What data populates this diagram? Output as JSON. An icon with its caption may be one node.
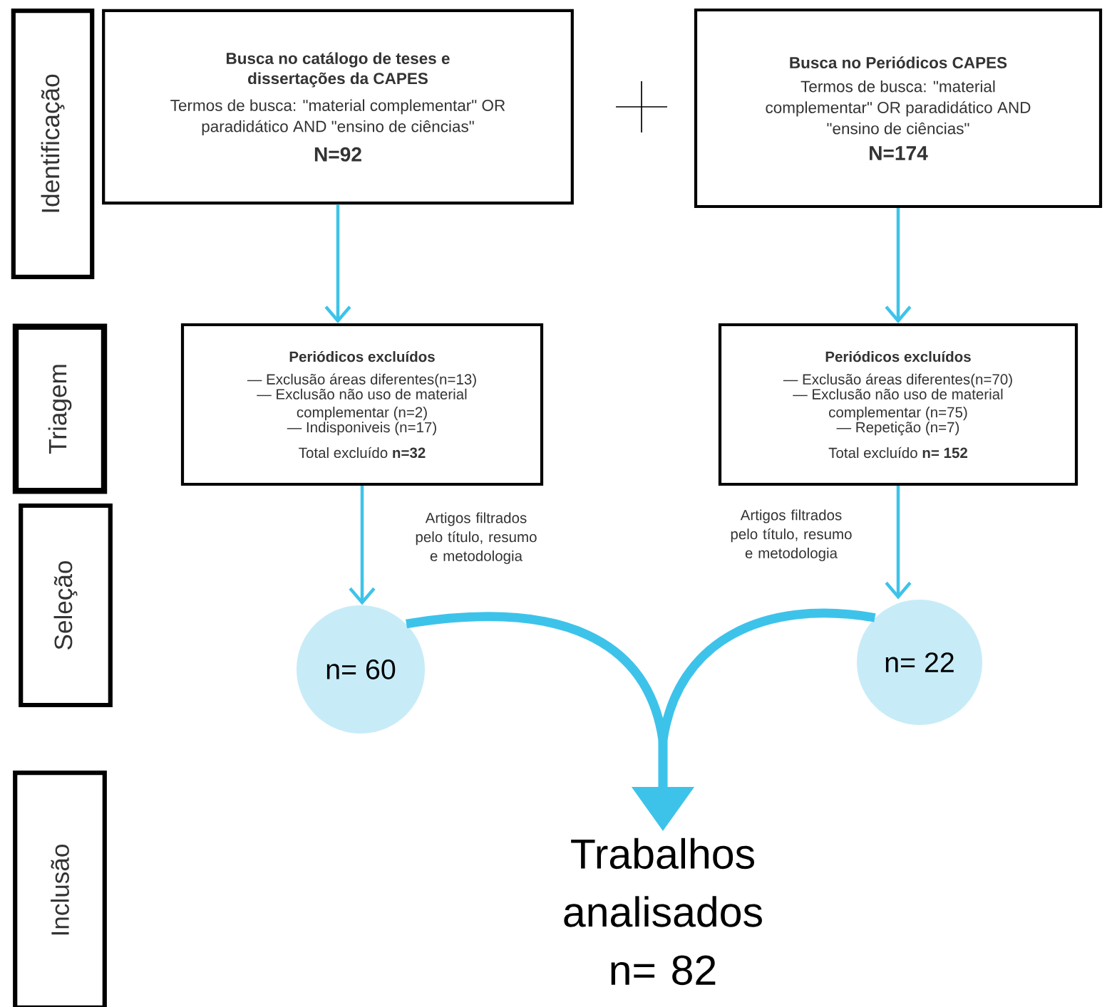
{
  "diagram": {
    "nodes": [
      {
        "text": [
          "Identificação"
        ]
      },
      {
        "text": [
          "Triagem"
        ]
      },
      {
        "text": [
          "Seleção"
        ]
      },
      {
        "text": [
          "Inclusão"
        ]
      },
      {
        "text": [
          "Busca no catálogo de teses e dissertações da CAPES",
          "Termos de busca: \"material complementar\" OR paradidático AND \"ensino de ciências\"",
          "N=92"
        ]
      },
      {
        "text": [
          "Busca no Periódicos CAPES",
          "Termos de busca: \"material complementar\" OR paradidático AND \"ensino de ciências\"",
          "N=174"
        ]
      },
      {
        "text": [
          "Periódicos excluídos",
          "— Exclusão áreas diferentes(n=13)",
          "— Exclusão não uso de material complementar (n=2)",
          "— Indisponiveis (n=17)",
          "Total excluído **n=32**"
        ]
      },
      {
        "text": [
          "Periódicos excluídos",
          "— Exclusão áreas diferentes(n=70)",
          "— Exclusão não uso de material complementar (n=75)",
          "— Repetição (n=7)",
          "Total excluído **n= 152**"
        ]
      },
      {
        "text": [
          "n= 60"
        ]
      },
      {
        "text": [
          "n= 22"
        ]
      },
      {
        "text": [
          "Trabalhos analisados n= 82"
        ]
      }
    ],
    "edges": [
      {
        "from": 4,
        "to": 6,
        "arrow": "to"
      },
      {
        "from": 5,
        "to": 7,
        "arrow": "to"
      },
      {
        "from": 6,
        "to": 8,
        "arrow": "to",
        "label": "Artigos filtrados pelo título, resumo e metodologia"
      },
      {
        "from": 7,
        "to": 9,
        "arrow": "to",
        "label": "Artigos filtrados pelo título, resumo e metodologia"
      },
      {
        "from": 8,
        "to": 10,
        "arrow": "to",
        "style": "thick"
      },
      {
        "from": 9,
        "to": 10,
        "arrow": "to",
        "style": "thick"
      }
    ]
  }
}
